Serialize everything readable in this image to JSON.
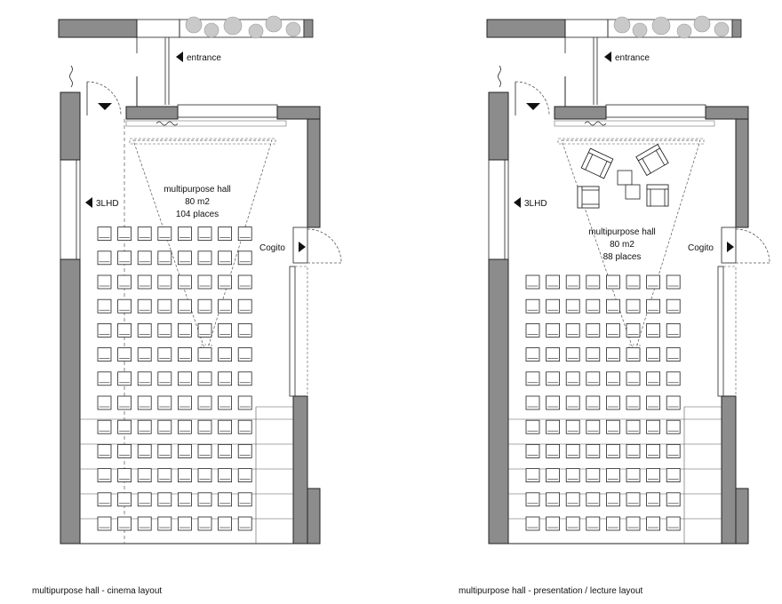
{
  "plans": [
    {
      "id": "cinema",
      "entrance": "entrance",
      "left_door": "3LHD",
      "right_door": "Cogito",
      "hall_name": "multipurpose hall",
      "hall_area": "80 m2",
      "hall_capacity": "104 places",
      "caption": "multipurpose hall - cinema layout",
      "seat_rows": 13,
      "seat_cols": 8,
      "lounge_furniture": false
    },
    {
      "id": "presentation",
      "entrance": "entrance",
      "left_door": "3LHD",
      "right_door": "Cogito",
      "hall_name": "multipurpose hall",
      "hall_area": "80 m2",
      "hall_capacity": "88 places",
      "caption": "multipurpose hall - presentation / lecture layout",
      "seat_rows": 11,
      "seat_cols": 8,
      "lounge_furniture": true
    }
  ],
  "colors": {
    "wall_fill": "#8c8c8c",
    "line": "#222222",
    "dash": "#555555",
    "planting": "#c9c9c9"
  }
}
